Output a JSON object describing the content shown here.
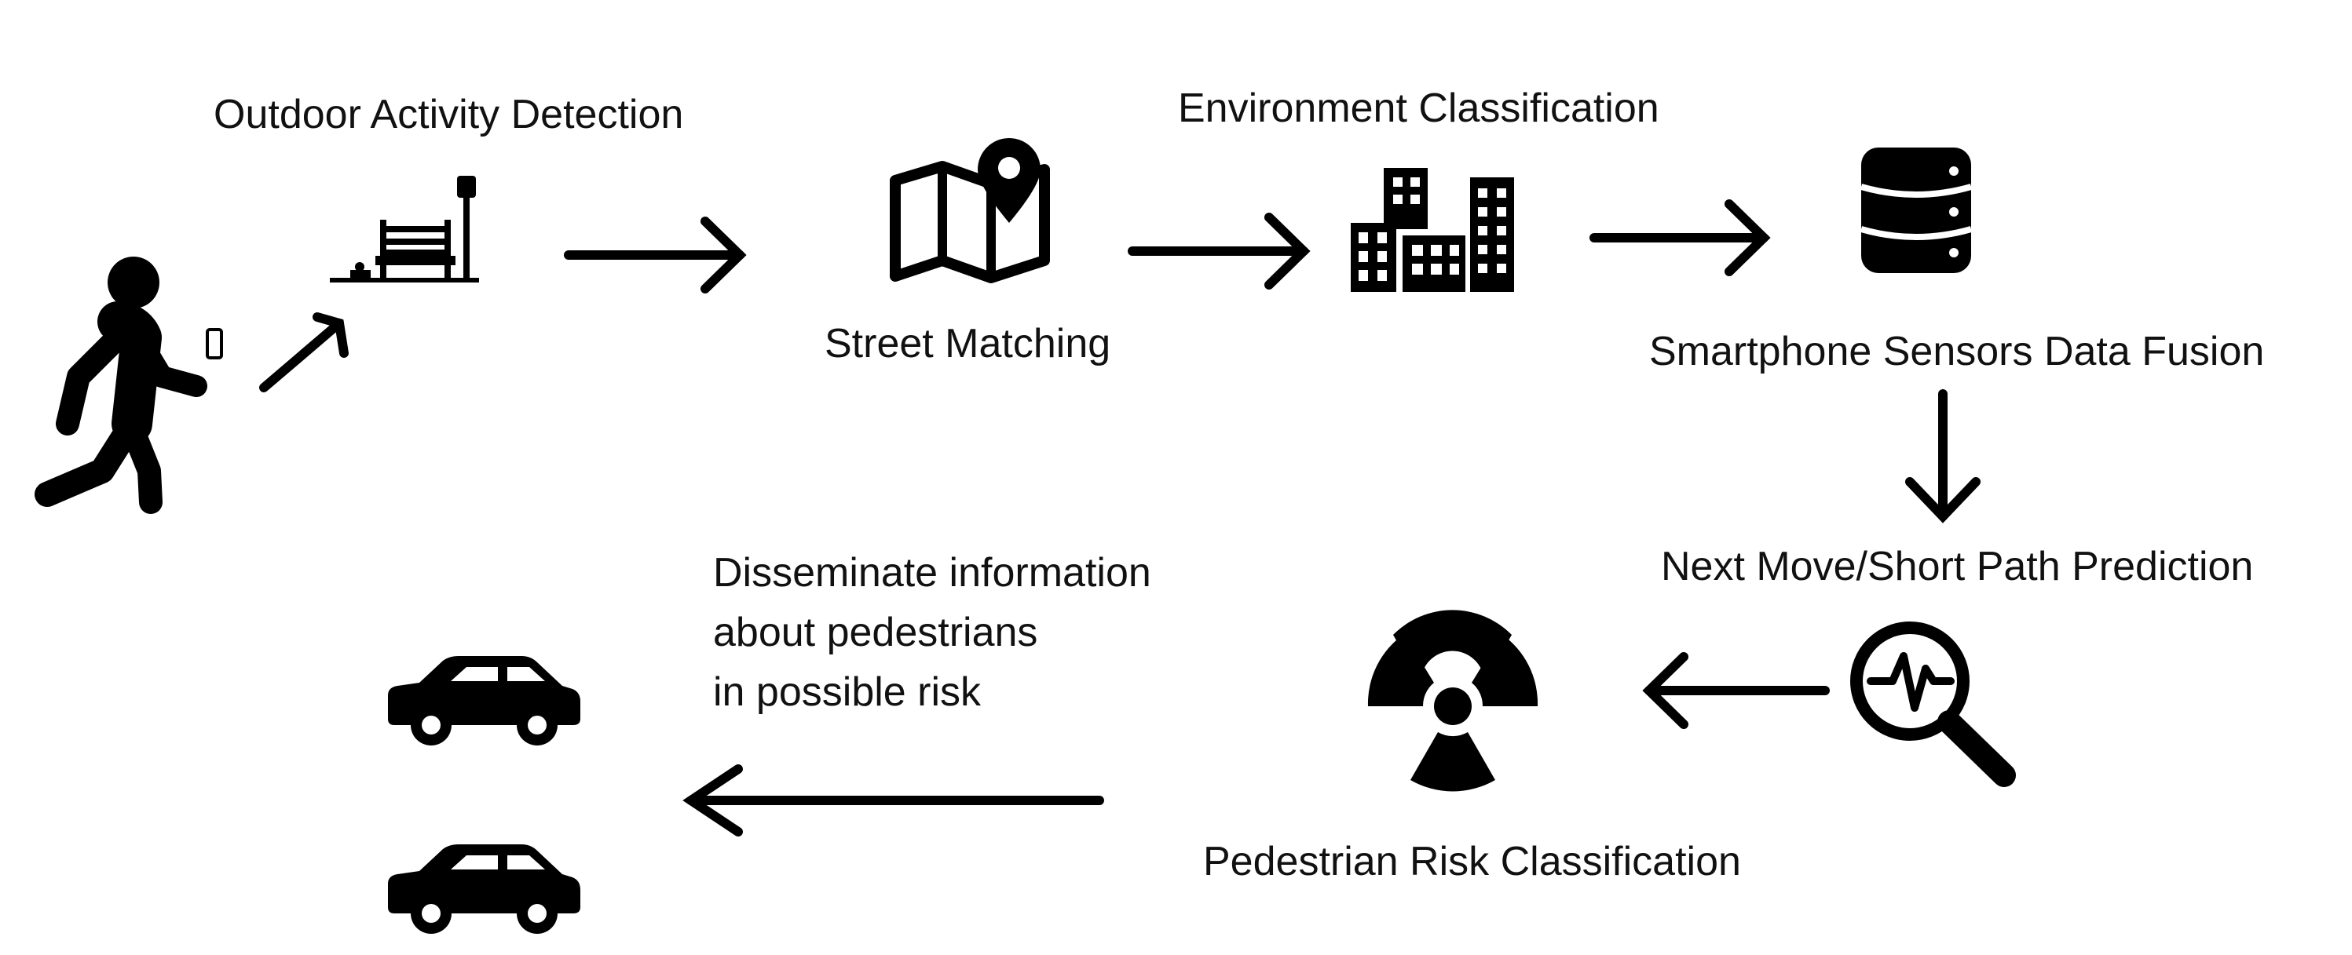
{
  "diagram": {
    "steps": {
      "outdoor_activity": "Outdoor Activity Detection",
      "street_matching": "Street Matching",
      "environment": "Environment Classification",
      "sensor_fusion": "Smartphone Sensors Data Fusion",
      "next_move": "Next Move/Short Path Prediction",
      "risk": "Pedestrian Risk Classification",
      "disseminate": [
        "Disseminate information",
        "about pedestrians",
        "in possible risk"
      ]
    },
    "icons": [
      "pedestrian-icon",
      "smartphone-icon",
      "park-bench-icon",
      "map-pin-icon",
      "buildings-icon",
      "database-icon",
      "analytics-search-icon",
      "radiation-icon",
      "car-icon"
    ],
    "colors": {
      "ink": "#000000",
      "text": "#111111",
      "background": "#ffffff"
    }
  }
}
